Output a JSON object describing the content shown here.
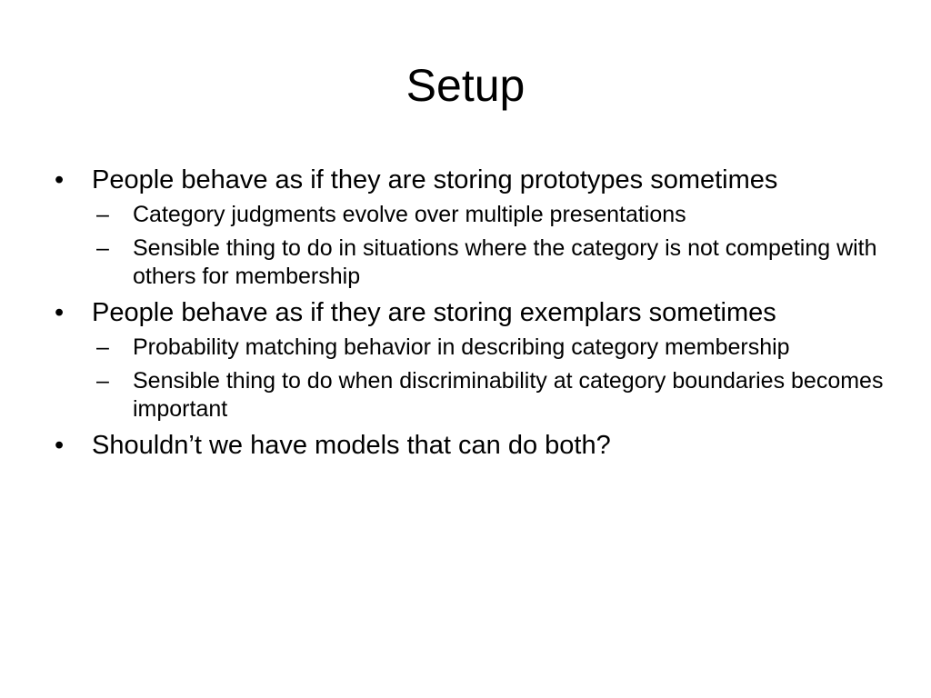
{
  "slide": {
    "title": "Setup",
    "bullet_marker": "•",
    "sub_marker": "–",
    "bullets": [
      {
        "text": "People behave as if they are storing prototypes sometimes",
        "subs": [
          "Category judgments evolve over multiple presentations",
          "Sensible thing to do in situations where the category is not competing with others for membership"
        ]
      },
      {
        "text": "People behave as if they are storing exemplars sometimes",
        "subs": [
          "Probability matching behavior in describing category membership",
          "Sensible thing to do when discriminability at category boundaries becomes important"
        ]
      },
      {
        "text": "Shouldn’t we have models that can do both?",
        "subs": []
      }
    ]
  }
}
